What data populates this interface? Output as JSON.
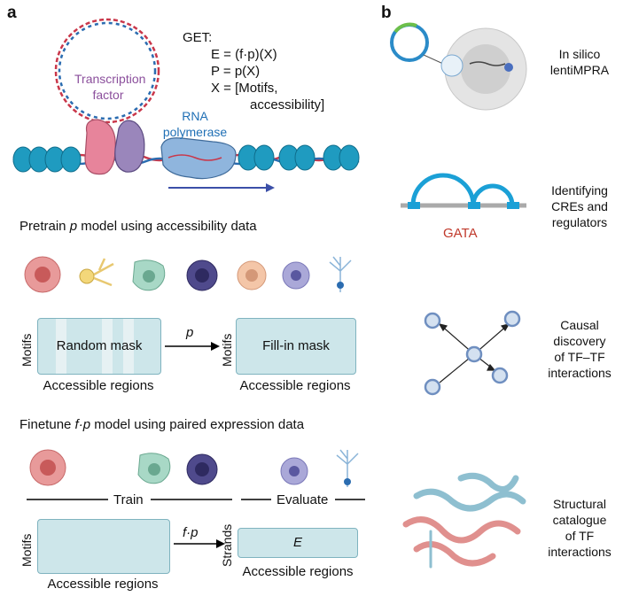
{
  "panels": {
    "a": "a",
    "b": "b"
  },
  "get_block": {
    "line1": "GET:",
    "line2": "E = (f·p)(X)",
    "line3": "P = p(X)",
    "line4": "X = [Motifs,",
    "line5": "accessibility]"
  },
  "dna": {
    "tf_label_line1": "Transcription",
    "tf_label_line2": "factor",
    "rna_label_line1": "RNA",
    "rna_label_line2": "polymerase"
  },
  "pretrain": {
    "heading_pre": "Pretrain ",
    "heading_var": "p",
    "heading_post": " model using accessibility data",
    "left_box": "Random mask",
    "left_axis": "Motifs",
    "left_caption": "Accessible regions",
    "arrow_label": "p",
    "right_box": "Fill-in mask",
    "right_axis": "Motifs",
    "right_caption": "Accessible regions"
  },
  "finetune": {
    "heading_pre": "Finetune ",
    "heading_var": "f·p",
    "heading_post": " model using paired expression data",
    "train_label": "Train",
    "eval_label": "Evaluate",
    "left_axis": "Motifs",
    "left_caption": "Accessible regions",
    "arrow_label": "f·p",
    "right_axis": "Strands",
    "right_box": "E",
    "right_caption": "Accessible regions"
  },
  "panel_b": {
    "item1_line1": "In silico",
    "item1_line2": "lentiMPRA",
    "item2_line1": "Identifying",
    "item2_line2": "CREs and",
    "item2_line3": "regulators",
    "gata_label": "GATA",
    "item3_line1": "Causal",
    "item3_line2": "discovery",
    "item3_line3": "of TF–TF",
    "item3_line4": "interactions",
    "item4_line1": "Structural",
    "item4_line2": "catalogue",
    "item4_line3": "of TF",
    "item4_line4": "interactions"
  },
  "colors": {
    "box_fill": "#cde6ea",
    "dna_red": "#c9374a",
    "dna_blue": "#2b6cb0",
    "nucleosome": "#1f9bc0",
    "tf_pink": "#e7849b",
    "tf_purple": "#9a86bb",
    "polymerase": "#8fb5dd",
    "cre_arc": "#1ba0d6",
    "gata_red": "#c0392b",
    "node_fill": "#d4e1f0",
    "node_stroke": "#6f8fc0"
  }
}
